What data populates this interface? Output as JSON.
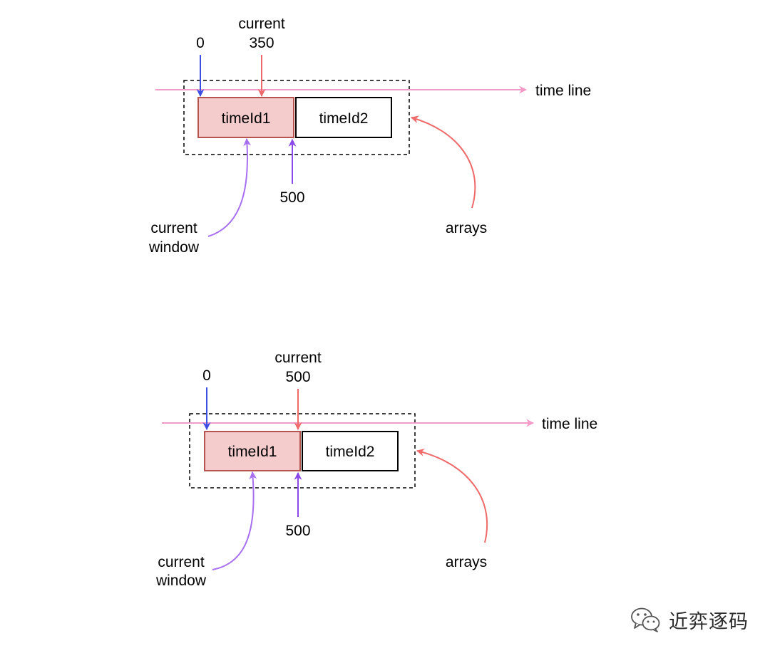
{
  "colors": {
    "timeline": "#f49ac8",
    "zero_arrow": "#3d4fe0",
    "current_arrow": "#ef6a6a",
    "window_arrow": "#a86ff0",
    "boundary_arrow": "#8a48e8",
    "arrays_arrow": "#ef6a6a",
    "active_cell_fill": "#f5cccc",
    "active_cell_border": "#b85450",
    "cell_border": "#000000",
    "frame": "#000000"
  },
  "diagrams": [
    {
      "zero_label": "0",
      "current_label": "current",
      "current_value": "350",
      "timeline_label": "time line",
      "cell1_label": "timeId1",
      "cell2_label": "timeId2",
      "boundary_value": "500",
      "window_label_line1": "current",
      "window_label_line2": "window",
      "arrays_label": "arrays"
    },
    {
      "zero_label": "0",
      "current_label": "current",
      "current_value": "500",
      "timeline_label": "time line",
      "cell1_label": "timeId1",
      "cell2_label": "timeId2",
      "boundary_value": "500",
      "window_label_line1": "current",
      "window_label_line2": "window",
      "arrays_label": "arrays"
    }
  ],
  "watermark": {
    "icon": "wechat-icon",
    "text": "近弈逐码"
  }
}
